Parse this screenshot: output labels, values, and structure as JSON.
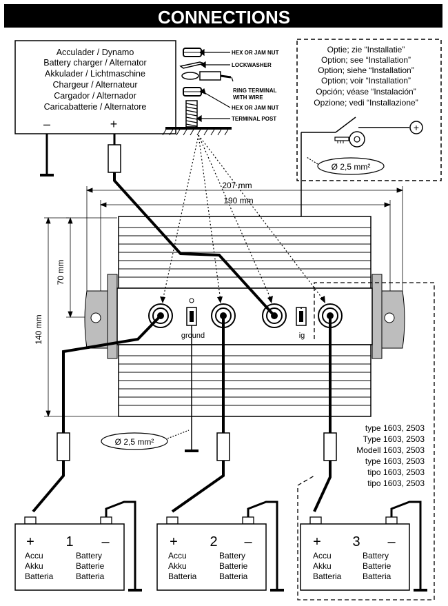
{
  "title": "CONNECTIONS",
  "charger": {
    "lines": [
      "Acculader / Dynamo",
      "Battery charger / Alternator",
      "Akkulader / Lichtmaschine",
      "Chargeur / Alternateur",
      "Cargador / Alternador",
      "Caricabatterie / Alternatore"
    ],
    "minus": "–",
    "plus": "+"
  },
  "hardware": {
    "items": [
      "HEX OR JAM NUT",
      "LOCKWASHER",
      "RING TERMINAL",
      "WITH WIRE",
      "HEX OR JAM NUT",
      "TERMINAL POST"
    ]
  },
  "option": {
    "lines": [
      "Optie; zie “Installatie”",
      "Option; see “Installation”",
      "Option; siehe “Installation”",
      "Option; voir “Installation”",
      "Opción; véase “Instalación”",
      "Opzione; vedi “Installazione”"
    ],
    "plus_symbol": "+",
    "wire_size": "Ø 2,5 mm²"
  },
  "dimensions": {
    "width_outer": "207 mm",
    "width_inner": "190 mm",
    "height_upper": "70 mm",
    "height_total": "140 mm"
  },
  "isolator": {
    "ground_label": "ground",
    "ig_label": "ig",
    "ground_wire_size": "Ø 2,5 mm²"
  },
  "types": {
    "lines": [
      "type 1603, 2503",
      "Type 1603, 2503",
      "Modell 1603, 2503",
      "type 1603, 2503",
      "tipo 1603, 2503",
      "tipo 1603, 2503"
    ]
  },
  "batteries": [
    {
      "plus": "+",
      "number": "1",
      "minus": "–",
      "left": [
        "Accu",
        "Akku",
        "Batteria"
      ],
      "right": [
        "Battery",
        "Batterie",
        "Batteria"
      ]
    },
    {
      "plus": "+",
      "number": "2",
      "minus": "–",
      "left": [
        "Accu",
        "Akku",
        "Batteria"
      ],
      "right": [
        "Battery",
        "Batterie",
        "Batteria"
      ]
    },
    {
      "plus": "+",
      "number": "3",
      "minus": "–",
      "left": [
        "Accu",
        "Akku",
        "Batteria"
      ],
      "right": [
        "Battery",
        "Batterie",
        "Batteria"
      ]
    }
  ]
}
